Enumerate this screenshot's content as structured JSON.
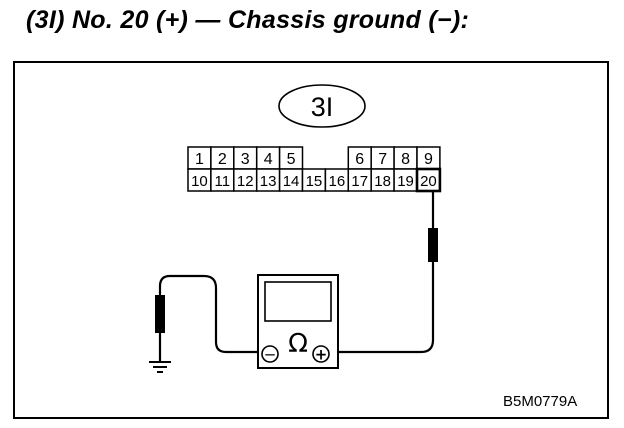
{
  "heading": "(3I) No. 20 (+) — Chassis ground (−):",
  "connector": {
    "label": "3I",
    "top_row": [
      "1",
      "2",
      "3",
      "4",
      "5",
      "",
      "",
      "6",
      "7",
      "8",
      "9"
    ],
    "bottom_row": [
      "10",
      "11",
      "12",
      "13",
      "14",
      "15",
      "16",
      "17",
      "18",
      "19",
      "20"
    ],
    "probed_terminal": "20"
  },
  "meter": {
    "symbol": "Ω",
    "negative_terminal": "−",
    "positive_terminal": "+"
  },
  "ground_icon": "chassis-ground-icon",
  "figure_code": "B5M0779A",
  "colors": {
    "ink": "#000000",
    "paper": "#ffffff"
  }
}
